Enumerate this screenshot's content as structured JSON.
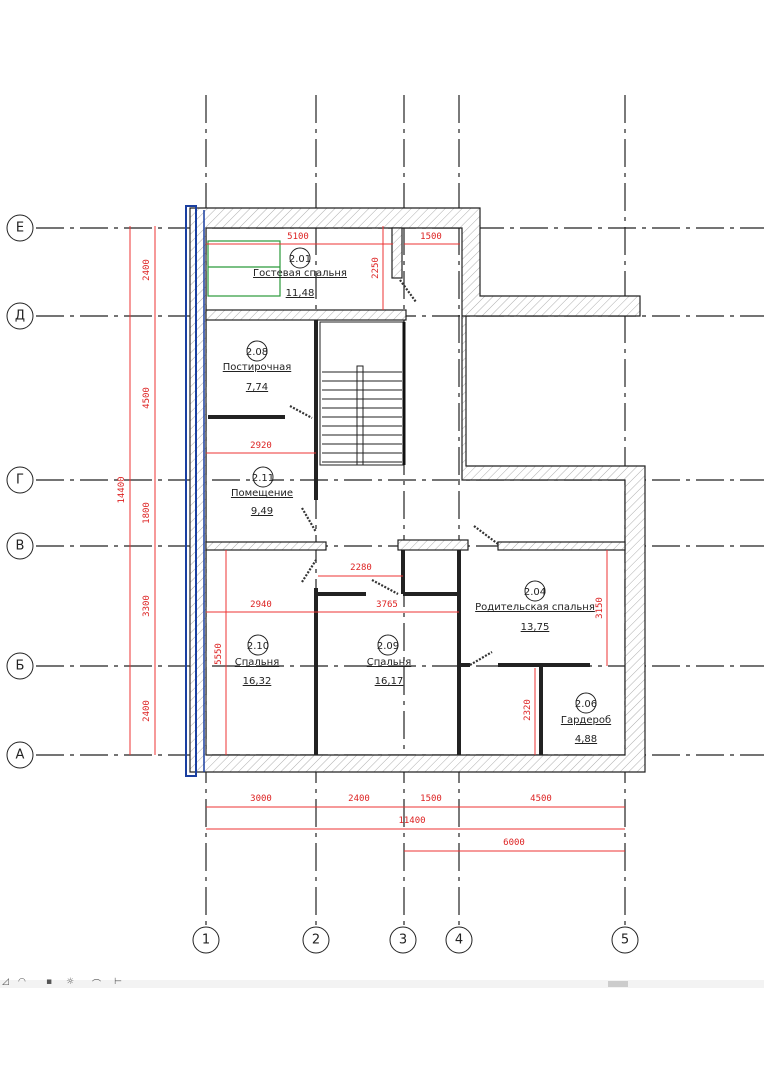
{
  "axes": {
    "vertical": [
      "1",
      "2",
      "3",
      "4",
      "5"
    ],
    "horizontal": [
      "Е",
      "Д",
      "Г",
      "В",
      "Б",
      "А"
    ]
  },
  "rooms": [
    {
      "num": "2.01",
      "name": "Гостевая спальня",
      "area": "11,48"
    },
    {
      "num": "2.08",
      "name": "Постирочная",
      "area": "7,74"
    },
    {
      "num": "2.11",
      "name": "Помещение",
      "area": "9,49"
    },
    {
      "num": "2.04",
      "name": "Родительская спальня",
      "area": "13,75"
    },
    {
      "num": "2.10",
      "name": "Спальня",
      "area": "16,32"
    },
    {
      "num": "2.09",
      "name": "Спальня",
      "area": "16,17"
    },
    {
      "num": "2.06",
      "name": "Гардероб",
      "area": "4,88"
    }
  ],
  "dims": {
    "left_total": "14400",
    "left_chain": [
      "2400",
      "4500",
      "1800",
      "3300",
      "2400"
    ],
    "top_5100": "5100",
    "top_1500": "1500",
    "v_2250": "2250",
    "d_2920": "2920",
    "d_2280": "2280",
    "d_2940": "2940",
    "d_3765": "3765",
    "v_5550": "5550",
    "v_3150": "3150",
    "v_2320": "2320",
    "bottom_chain": [
      "3000",
      "2400",
      "1500",
      "4500"
    ],
    "bottom_total": "11400",
    "bottom_6000": "6000"
  },
  "colors": {
    "dimension": "#e33333",
    "selection": "#1a3fa0",
    "furniture": "#2a9a3a"
  }
}
